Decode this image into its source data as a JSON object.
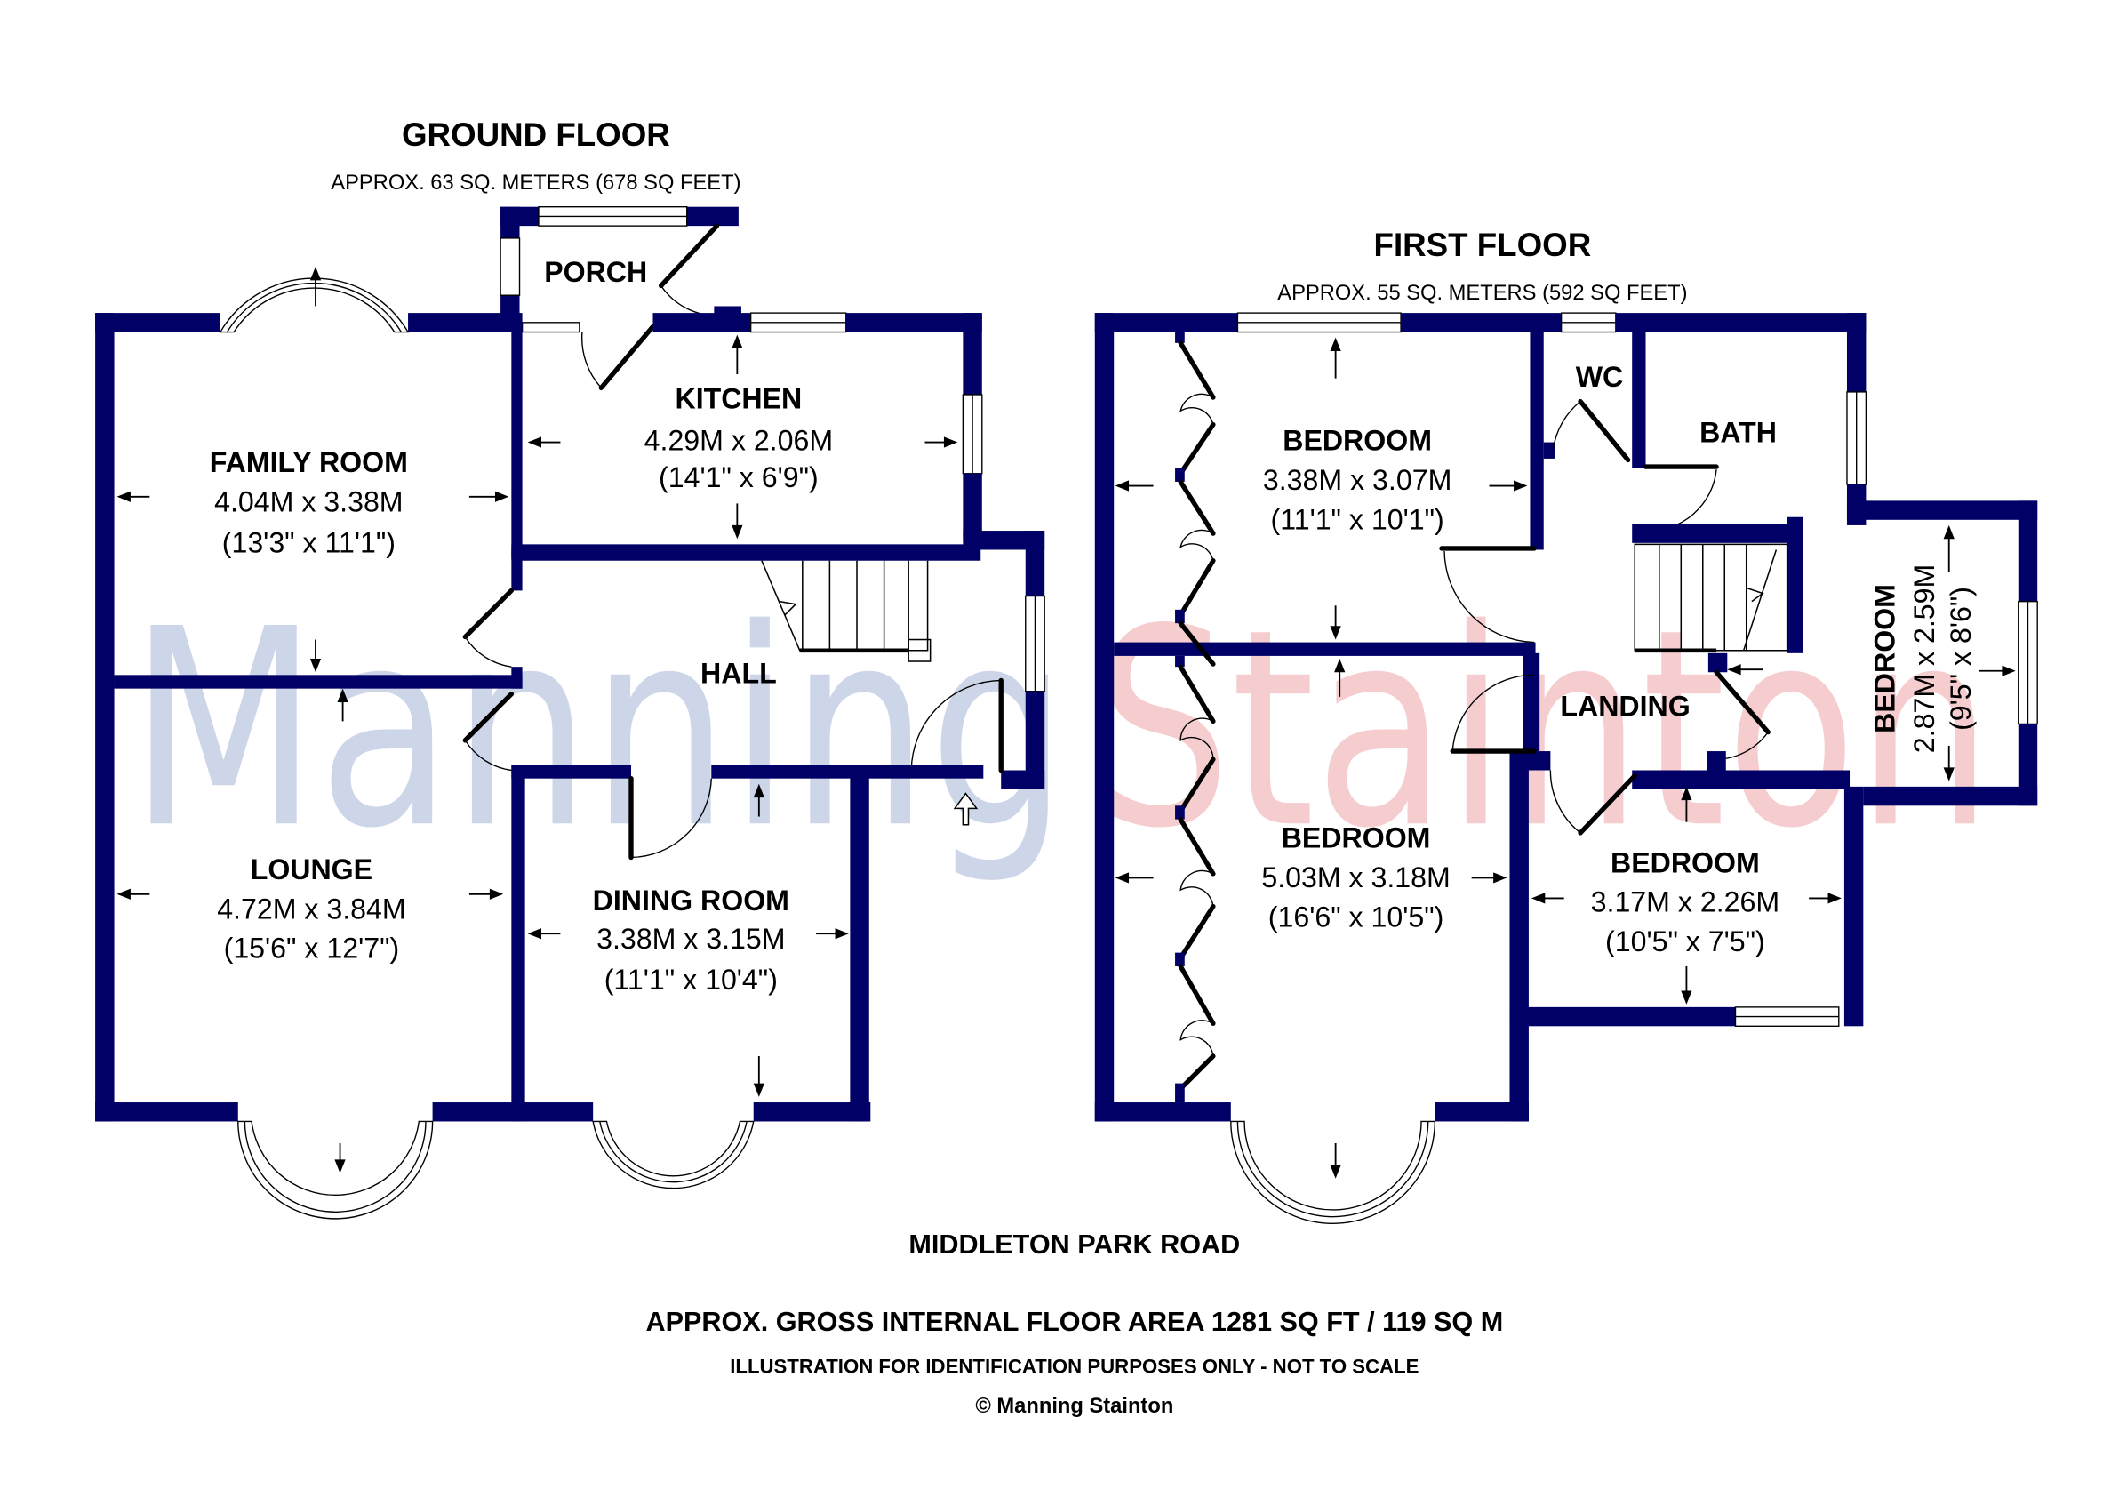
{
  "ground_floor": {
    "title": "GROUND FLOOR",
    "area": "APPROX. 63 SQ. METERS (678 SQ FEET)",
    "rooms": {
      "porch": {
        "name": "PORCH"
      },
      "kitchen": {
        "name": "KITCHEN",
        "metric": "4.29M x 2.06M",
        "imperial": "(14'1\" x 6'9\")"
      },
      "family_room": {
        "name": "FAMILY ROOM",
        "metric": "4.04M x 3.38M",
        "imperial": "(13'3\" x 11'1\")"
      },
      "hall": {
        "name": "HALL"
      },
      "lounge": {
        "name": "LOUNGE",
        "metric": "4.72M x 3.84M",
        "imperial": "(15'6\" x 12'7\")"
      },
      "dining_room": {
        "name": "DINING ROOM",
        "metric": "3.38M x 3.15M",
        "imperial": "(11'1\" x 10'4\")"
      }
    }
  },
  "first_floor": {
    "title": "FIRST FLOOR",
    "area": "APPROX. 55 SQ. METERS (592 SQ FEET)",
    "rooms": {
      "bedroom1": {
        "name": "BEDROOM",
        "metric": "3.38M x 3.07M",
        "imperial": "(11'1\" x 10'1\")"
      },
      "wc": {
        "name": "WC"
      },
      "bath": {
        "name": "BATH"
      },
      "landing": {
        "name": "LANDING"
      },
      "bedroom2": {
        "name": "BEDROOM",
        "metric": "5.03M x 3.18M",
        "imperial": "(16'6\" x 10'5\")"
      },
      "bedroom3": {
        "name": "BEDROOM",
        "metric": "3.17M x 2.26M",
        "imperial": "(10'5\" x 7'5\")"
      },
      "bedroom4": {
        "name": "BEDROOM",
        "metric": "2.87M x 2.59M",
        "imperial": "(9'5\" x 8'6\")"
      }
    }
  },
  "watermark": {
    "part1": "Manning",
    "part2": "Stainton",
    "color1": "#b8c4e0",
    "color2": "#f2b8bc"
  },
  "footer": {
    "street": "MIDDLETON PARK ROAD",
    "gross_area": "APPROX. GROSS INTERNAL FLOOR AREA 1281 SQ FT / 119 SQ M",
    "disclaimer": "ILLUSTRATION FOR IDENTIFICATION PURPOSES ONLY - NOT TO SCALE",
    "copyright": "© Manning Stainton"
  },
  "colors": {
    "wall": "#000066",
    "background": "#ffffff",
    "text": "#000000"
  },
  "icons": {
    "entrance": "entrance-arrow-icon"
  }
}
